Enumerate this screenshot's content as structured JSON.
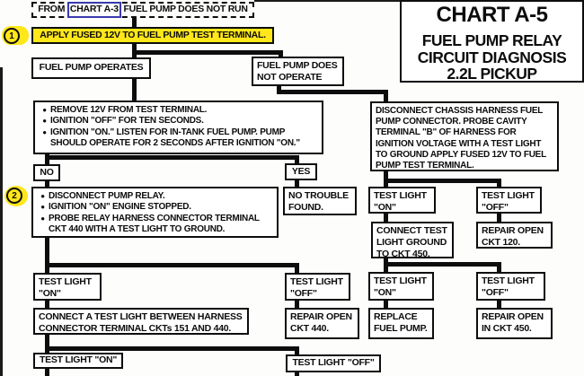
{
  "title": {
    "chart": "CHART A-5",
    "line1": "FUEL PUMP RELAY",
    "line2": "CIRCUIT DIAGNOSIS",
    "line3": "2.2L PICKUP"
  },
  "colors": {
    "highlight_yellow": "#ffe719",
    "link_blue": "#3a3ab0",
    "line_black": "#0d0d0d"
  },
  "markers": {
    "step1": "1",
    "step2": "2"
  },
  "nodes": {
    "from_chart": {
      "pre": "FROM ",
      "link": "CHART A-3",
      "post": " FUEL PUMP DOES NOT RUN"
    },
    "step1": "APPLY FUSED 12V TO FUEL PUMP TEST TERMINAL.",
    "pump_operates": "FUEL PUMP OPERATES",
    "pump_not_operate": "FUEL PUMP DOES NOT OPERATE",
    "check1_items": [
      "REMOVE 12V FROM TEST TERMINAL.",
      "IGNITION \"OFF\" FOR TEN SECONDS.",
      "IGNITION \"ON.\" LISTEN FOR IN-TANK FUEL PUMP. PUMP SHOULD OPERATE FOR 2 SECONDS AFTER IGNITION \"ON.\""
    ],
    "no": "NO",
    "yes": "YES",
    "step2_items": [
      "DISCONNECT PUMP RELAY.",
      "IGNITION \"ON\" ENGINE STOPPED.",
      "PROBE RELAY HARNESS CONNECTOR TERMINAL CKT 440 WITH A TEST LIGHT TO GROUND."
    ],
    "no_trouble": "NO TROUBLE FOUND.",
    "disconnect": "DISCONNECT CHASSIS HARNESS FUEL PUMP CONNECTOR. PROBE CAVITY TERMINAL \"B\" OF HARNESS FOR IGNITION VOLTAGE WITH A TEST LIGHT TO GROUND APPLY FUSED 12V TO FUEL PUMP TEST TERMINAL.",
    "test_on": "TEST LIGHT \"ON\"",
    "test_off": "TEST LIGHT \"OFF\"",
    "connect_ground": "CONNECT TEST LIGHT GROUND TO CKT 450.",
    "repair_120": "REPAIR OPEN CKT 120.",
    "connect_between": "CONNECT A TEST LIGHT BETWEEN HARNESS CONNECTOR TERMINAL CKTs 151 AND 440.",
    "repair_440": "REPAIR OPEN CKT 440.",
    "replace_pump": "REPLACE FUEL PUMP.",
    "repair_in_450": "REPAIR OPEN IN CKT 450."
  }
}
